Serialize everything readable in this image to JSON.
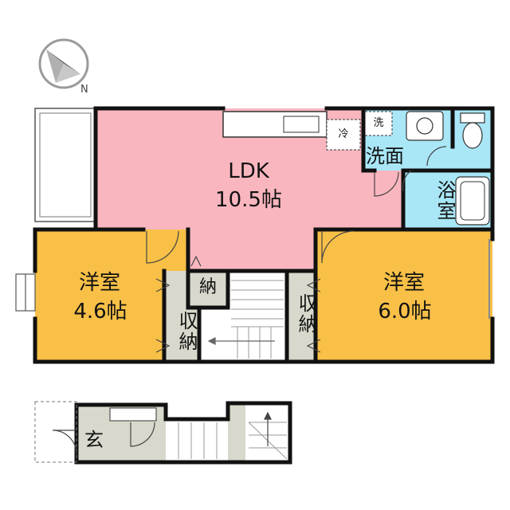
{
  "compass": {
    "label": "N"
  },
  "rooms": {
    "ldk": {
      "name": "LDK",
      "size": "10.5帖"
    },
    "western_left": {
      "name": "洋室",
      "size": "4.6帖"
    },
    "western_right": {
      "name": "洋室",
      "size": "6.0帖"
    },
    "washroom": {
      "name": "洗面"
    },
    "bathroom": {
      "name": "浴室"
    },
    "storage_small": {
      "name": "納"
    },
    "closet_left": {
      "name": "収納"
    },
    "closet_right": {
      "name": "収納"
    },
    "entrance": {
      "name": "玄"
    }
  },
  "fixtures": {
    "fridge": "冷",
    "washer": "洗"
  },
  "colors": {
    "ldk": "#f9b6bf",
    "western": "#f8c047",
    "wet": "#a9e7f7",
    "storage": "#d8d8cc",
    "wall": "#111111"
  }
}
